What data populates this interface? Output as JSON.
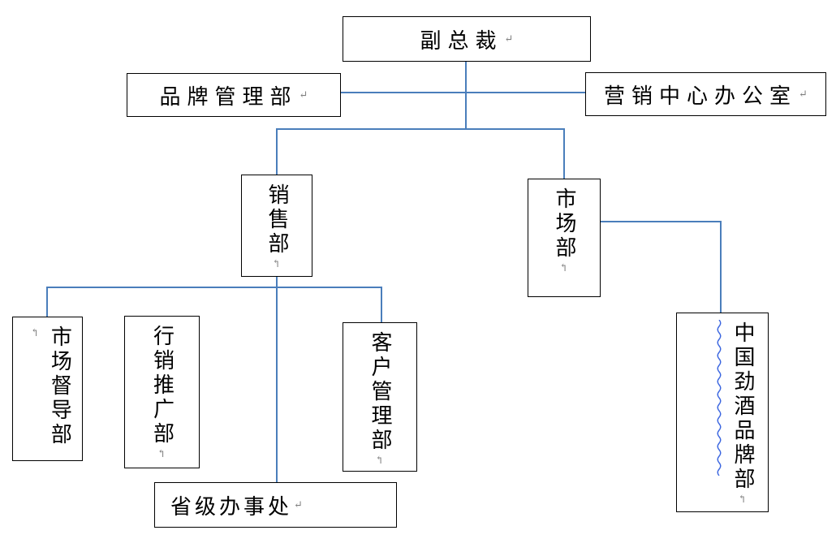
{
  "org_chart": {
    "nodes": {
      "vice_president": {
        "label": "副总裁"
      },
      "brand_management": {
        "label": "品牌管理部"
      },
      "marketing_center_office": {
        "label": "营销中心办公室"
      },
      "sales_dept": {
        "label": "销售部"
      },
      "market_dept": {
        "label": "市场部"
      },
      "market_supervision_dept": {
        "label": "市场督导部"
      },
      "marketing_promotion_dept": {
        "label": "行销推广部"
      },
      "customer_management_dept": {
        "label": "客户管理部"
      },
      "provincial_office": {
        "label": "省级办事处"
      },
      "china_jing_liquor_brand_dept": {
        "label": "中国劲酒品牌部"
      }
    },
    "edges": [
      {
        "from": "vice_president",
        "to": "brand_management"
      },
      {
        "from": "vice_president",
        "to": "marketing_center_office"
      },
      {
        "from": "vice_president",
        "to": "sales_dept"
      },
      {
        "from": "vice_president",
        "to": "market_dept"
      },
      {
        "from": "sales_dept",
        "to": "market_supervision_dept"
      },
      {
        "from": "sales_dept",
        "to": "customer_management_dept"
      },
      {
        "from": "sales_dept",
        "to": "provincial_office"
      },
      {
        "from": "market_dept",
        "to": "china_jing_liquor_brand_dept"
      }
    ],
    "marks": {
      "horizontal_return": "↵",
      "vertical_return": "↰"
    },
    "colors": {
      "connector_blue": "#4a7ebb",
      "box_border": "#000000",
      "spellcheck_squiggle_blue": "#3b66e0",
      "return_mark_gray": "#7f7f7f",
      "background": "#ffffff"
    }
  }
}
